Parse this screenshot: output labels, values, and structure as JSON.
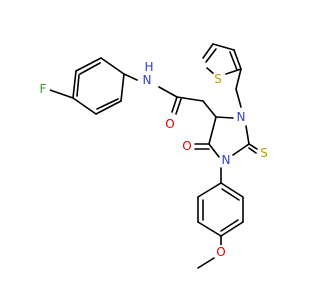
{
  "atom_labels": {
    "fluorine": "F",
    "amide_n": "N",
    "amide_h": "H",
    "amide_o": "O",
    "thiophene_s": "S",
    "ring_n3": "N",
    "ring_n1": "N",
    "ring_o": "O",
    "thione_s": "S",
    "ether_o": "O"
  },
  "colors": {
    "bond": "#000000",
    "nitrogen": "#2f3fd0",
    "oxygen": "#e00000",
    "sulfur": "#b7a000",
    "fluorine": "#2f9f2f",
    "carbon": "#000000"
  }
}
